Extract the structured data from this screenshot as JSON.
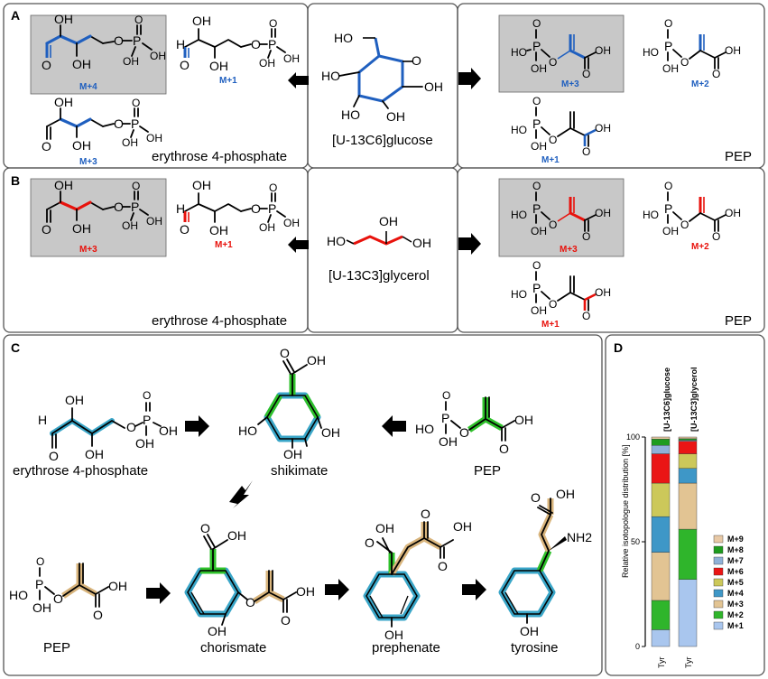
{
  "panels": {
    "a": "A",
    "b": "B",
    "c": "C",
    "d": "D"
  },
  "colors": {
    "glucose": "#1f5fbf",
    "glycerol": "#e8120c",
    "ring": "#3aa6c8",
    "green": "#2fc12b",
    "tan": "#d8b47c",
    "highlight": "#c8c8c8"
  },
  "atoms": {
    "oh": "OH",
    "ho": "HO",
    "o": "O",
    "p": "P",
    "nh2": "NH2"
  },
  "panel_a": {
    "substrate": "[U-13C6]glucose",
    "e4p_label": "erythrose 4-phosphate",
    "pep_label": "PEP",
    "e4p_isotopologues": [
      "M+4",
      "M+1",
      "M+3"
    ],
    "pep_isotopologues": [
      "M+3",
      "M+2",
      "M+1"
    ]
  },
  "panel_b": {
    "substrate": "[U-13C3]glycerol",
    "e4p_label": "erythrose 4-phosphate",
    "pep_label": "PEP",
    "e4p_isotopologues": [
      "M+3",
      "M+1"
    ],
    "pep_isotopologues": [
      "M+3",
      "M+2",
      "M+1"
    ]
  },
  "panel_c": {
    "e4p": "erythrose 4-phosphate",
    "shikimate": "shikimate",
    "pep_top": "PEP",
    "pep_bottom": "PEP",
    "chorismate": "chorismate",
    "prephenate": "prephenate",
    "tyrosine": "tyrosine"
  },
  "chart_data": {
    "type": "bar",
    "stacked": true,
    "ylabel": "Relative isotopologue distribution [%]",
    "ylim": [
      0,
      100
    ],
    "yticks": [
      0,
      50,
      100
    ],
    "categories": [
      "[U-13C6]glucose",
      "[U-13C3]glycerol"
    ],
    "xlabels": [
      "Tyr",
      "Tyr"
    ],
    "series": [
      {
        "name": "M+1",
        "color": "#a9c6ee",
        "values": [
          8,
          32
        ]
      },
      {
        "name": "M+2",
        "color": "#2fb52b",
        "values": [
          14,
          24
        ]
      },
      {
        "name": "M+3",
        "color": "#e2c493",
        "values": [
          23,
          22
        ]
      },
      {
        "name": "M+4",
        "color": "#3e97c7",
        "values": [
          17,
          7
        ]
      },
      {
        "name": "M+5",
        "color": "#ccc85a",
        "values": [
          16,
          7
        ]
      },
      {
        "name": "M+6",
        "color": "#ea1515",
        "values": [
          14,
          6
        ]
      },
      {
        "name": "M+7",
        "color": "#8fb1d8",
        "values": [
          4,
          0.5
        ]
      },
      {
        "name": "M+8",
        "color": "#1e9c1e",
        "values": [
          3,
          0.7
        ]
      },
      {
        "name": "M+9",
        "color": "#e8c9a6",
        "values": [
          1,
          0.8
        ]
      }
    ]
  }
}
